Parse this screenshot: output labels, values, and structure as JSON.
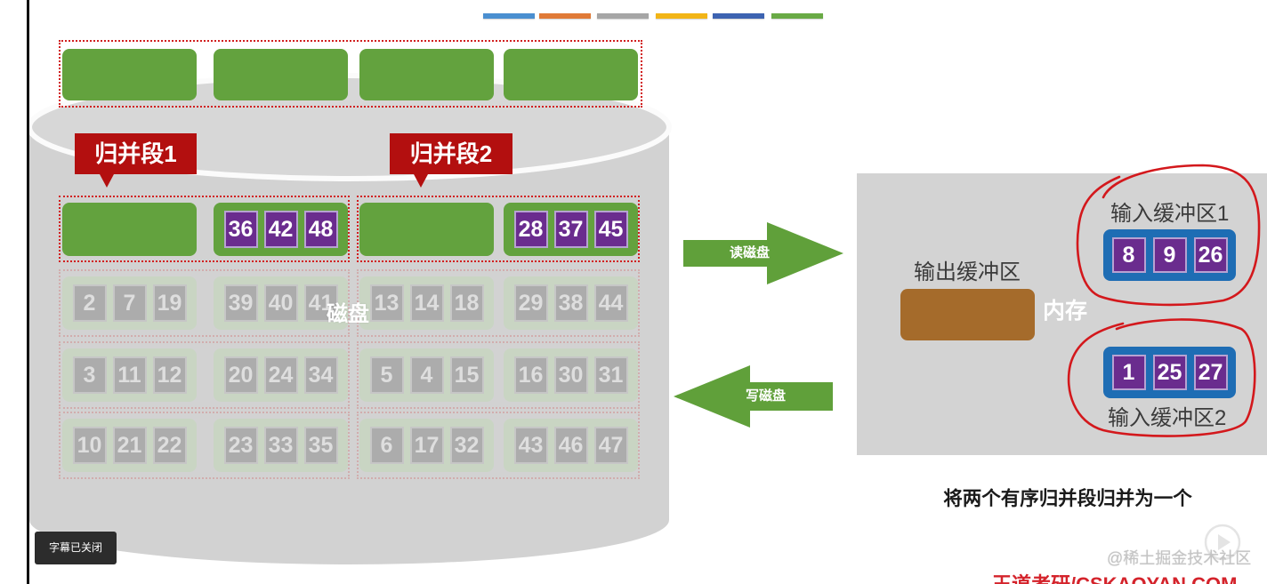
{
  "colors": {
    "block_green": "#63a23e",
    "record_purple": "#6a2c8e",
    "label_red": "#b30f0f",
    "dotted_red": "#d11f1f",
    "buffer_blue": "#1e6db4",
    "output_brown": "#a56b2b",
    "arrow_green": "#60a03a",
    "annotation_red": "#d3181c",
    "decor_bars": [
      "#4a8fd0",
      "#e07a37",
      "#a6a6a6",
      "#f2b517",
      "#3d63b1",
      "#69aa45"
    ]
  },
  "disk": {
    "label": "磁盘",
    "segment_labels": [
      "归并段1",
      "归并段2"
    ],
    "active_row": [
      [],
      [
        36,
        42,
        48
      ],
      [],
      [
        28,
        37,
        45
      ]
    ],
    "faded_rows": [
      [
        [
          2,
          7,
          19
        ],
        [
          39,
          40,
          41
        ],
        [
          13,
          14,
          18
        ],
        [
          29,
          38,
          44
        ]
      ],
      [
        [
          3,
          11,
          12
        ],
        [
          20,
          24,
          34
        ],
        [
          5,
          4,
          15
        ],
        [
          16,
          30,
          31
        ]
      ],
      [
        [
          10,
          21,
          22
        ],
        [
          23,
          33,
          35
        ],
        [
          6,
          17,
          32
        ],
        [
          43,
          46,
          47
        ]
      ]
    ]
  },
  "arrows": {
    "read_label": "读磁盘",
    "write_label": "写磁盘"
  },
  "memory": {
    "label": "内存",
    "output_buffer": {
      "label": "输出缓冲区"
    },
    "input_buffer_1": {
      "label": "输入缓冲区1",
      "values": [
        8,
        9,
        26
      ]
    },
    "input_buffer_2": {
      "label": "输入缓冲区2",
      "values": [
        1,
        25,
        27
      ]
    }
  },
  "caption": "将两个有序归并段归并为一个",
  "player": {
    "subtitle_toggle_label": "字幕已关闭",
    "watermark": "@稀土掘金技术社区",
    "source_watermark": "王道考研/CSKAOYAN.COM"
  }
}
